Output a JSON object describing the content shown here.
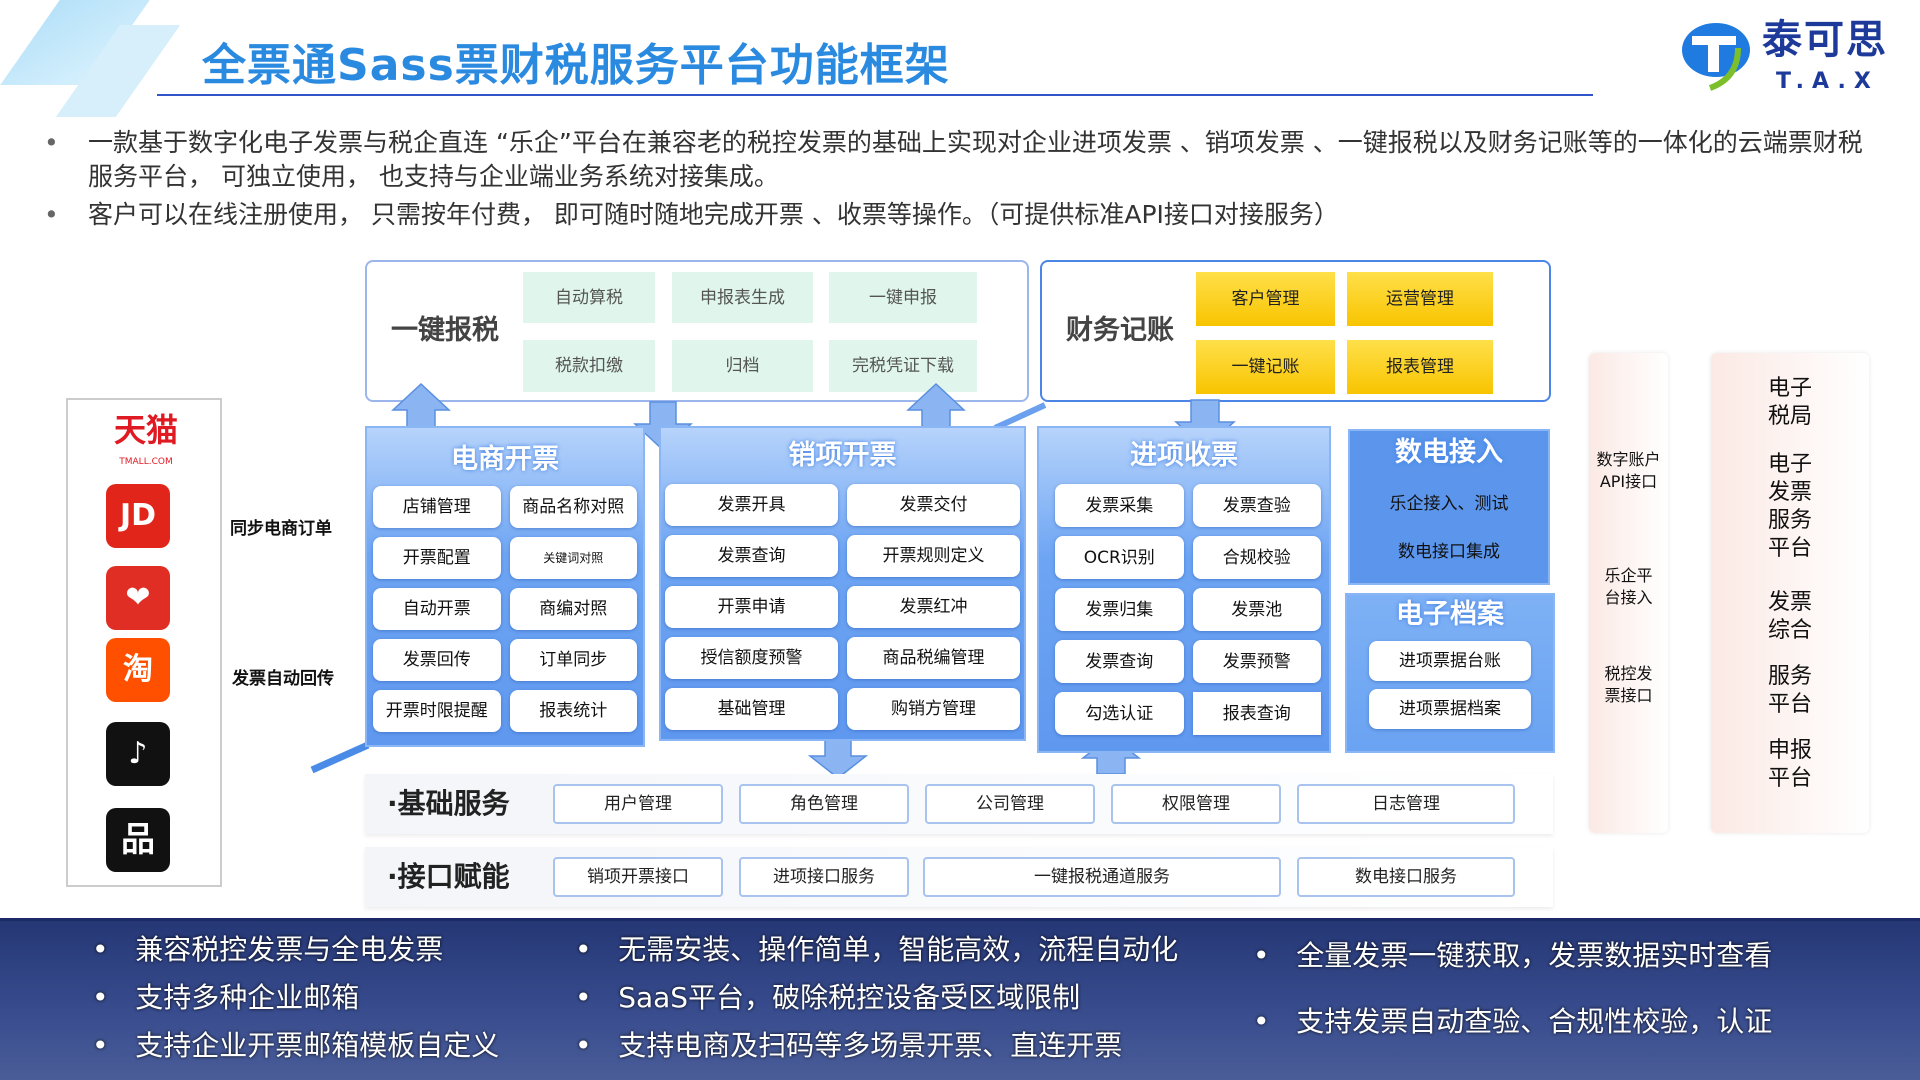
{
  "header": {
    "title": "全票通Sass票财税服务平台功能框架",
    "logo_text": "泰可思",
    "logo_sub": "T.A.X"
  },
  "intro": [
    "一款基于数字化电子发票与税企直连 “乐企”平台在兼容老的税控发票的基础上实现对企业进项发票 、销项发票 、一键报税以及财务记账等的一体化的云端票财税服务平台， 可独立使用， 也支持与企业端业务系统对接集成。",
    "客户可以在线注册使用， 只需按年付费， 即可随时随地完成开票 、收票等操作。（可提供标准API接口对接服务）"
  ],
  "tax_filing": {
    "label": "一键报税",
    "items": [
      "自动算税",
      "申报表生成",
      "一键申报",
      "税款扣缴",
      "归档",
      "完税凭证下载"
    ]
  },
  "accounting": {
    "label": "财务记账",
    "items": [
      "客户管理",
      "运营管理",
      "一键记账",
      "报表管理"
    ]
  },
  "ecommerce": {
    "title": "电商开票",
    "items": [
      "店铺管理",
      "商品名称对照",
      "开票配置",
      "关键词对照",
      "自动开票",
      "商编对照",
      "发票回传",
      "订单同步",
      "开票时限提醒",
      "报表统计"
    ]
  },
  "sales": {
    "title": "销项开票",
    "items": [
      "发票开具",
      "发票交付",
      "发票查询",
      "开票规则定义",
      "开票申请",
      "发票红冲",
      "授信额度预警",
      "商品税编管理",
      "基础管理",
      "购销方管理"
    ]
  },
  "purchase": {
    "title": "进项收票",
    "items": [
      "发票采集",
      "发票查验",
      "OCR识别",
      "合规校验",
      "发票归集",
      "发票池",
      "发票查询",
      "发票预警",
      "勾选认证",
      "报表查询"
    ]
  },
  "digital": {
    "title": "数电接入",
    "items": [
      "乐企接入、测试",
      "数电接口集成"
    ]
  },
  "archive": {
    "title": "电子档案",
    "items": [
      "进项票据台账",
      "进项票据档案"
    ]
  },
  "basic": {
    "label": "·基础服务",
    "items": [
      "用户管理",
      "角色管理",
      "公司管理",
      "权限管理",
      "日志管理"
    ]
  },
  "interface": {
    "label": "·接口赋能",
    "items": [
      "销项开票接口",
      "进项接口服务",
      "一键报税通道服务",
      "数电接口服务"
    ]
  },
  "platforms": {
    "icons": [
      "tmall-logo",
      "jd-logo",
      "pinduoduo-logo",
      "taobao-logo",
      "douyin-logo",
      "other-shop-logo"
    ],
    "tmall_text": "天猫",
    "tmall_sub": "TMALL.COM",
    "jd_text": "JD",
    "taobao_text": "淘"
  },
  "side_labels": [
    "同步电商订单",
    "发票自动回传"
  ],
  "right_col1": [
    "数字账户API接口",
    "乐企平台接入",
    "税控发票接口"
  ],
  "right_col2": [
    "电子税局",
    "电子发票服务平台",
    "发票综合",
    "服务平台",
    "申报平台"
  ],
  "footer": {
    "col1": [
      "兼容税控发票与全电发票",
      "支持多种企业邮箱",
      "支持企业开票邮箱模板自定义"
    ],
    "col2": [
      "无需安装、操作简单，智能高效，流程自动化",
      "SaaS平台，破除税控设备受区域限制",
      "支持电商及扫码等多场景开票、直连开票"
    ],
    "col3": [
      "全量发票一键获取，发票数据实时查看",
      "支持发票自动查验、合规性校验，认证"
    ]
  },
  "colors": {
    "title": "#2a8ae0",
    "panel": "#5f98ef",
    "footer_bg": "#2e4080",
    "yellow": "#f8c400",
    "green": "#e0f6ed"
  }
}
